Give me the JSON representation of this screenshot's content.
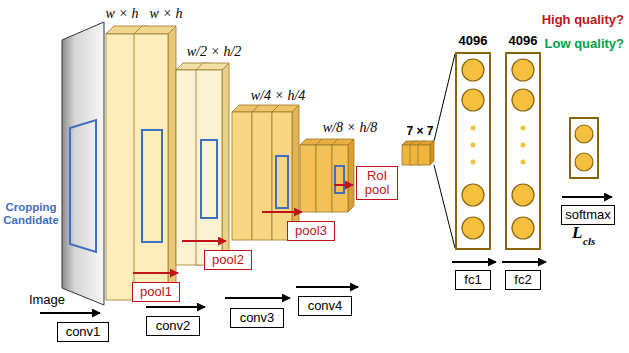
{
  "diagram": {
    "nodes": [
      {
        "text": [
          "conv1"
        ]
      },
      {
        "text": [
          "pool1"
        ]
      },
      {
        "text": [
          "conv2"
        ]
      },
      {
        "text": [
          "pool2"
        ]
      },
      {
        "text": [
          "conv3"
        ]
      },
      {
        "text": [
          "pool3"
        ]
      },
      {
        "text": [
          "conv4"
        ]
      },
      {
        "text": [
          "RoI pool"
        ]
      },
      {
        "text": [
          "4096"
        ]
      },
      {
        "text": [
          "fc1"
        ]
      },
      {
        "text": [
          "4096"
        ]
      },
      {
        "text": [
          "fc2"
        ]
      },
      {
        "text": [
          "softmax"
        ]
      }
    ],
    "labels": [
      "w × h",
      "w × h",
      "w/2 × h/2",
      "w/4 × h/4",
      "w/8 × h/8",
      "7 × 7",
      "Cropping Candidate",
      "High quality?",
      "Low quality?",
      "L",
      "cls",
      "Image"
    ]
  }
}
